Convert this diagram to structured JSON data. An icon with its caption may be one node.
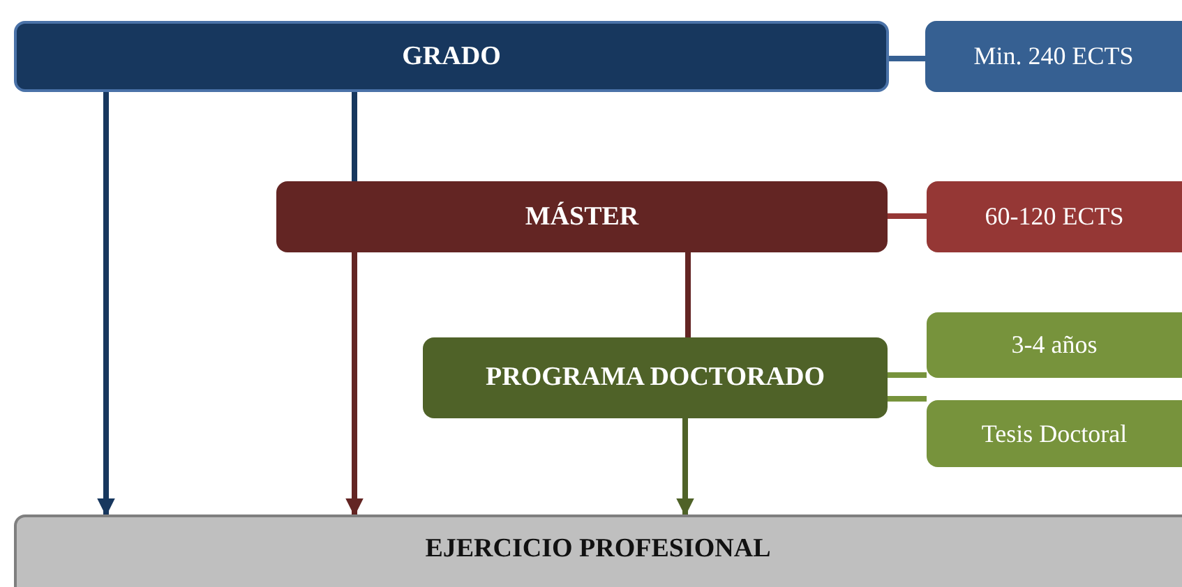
{
  "diagram": {
    "nodes": [
      {
        "text": [
          "GRADO"
        ]
      },
      {
        "text": [
          "Min. 240 ECTS"
        ]
      },
      {
        "text": [
          "MÁSTER"
        ]
      },
      {
        "text": [
          "60-120 ECTS"
        ]
      },
      {
        "text": [
          "PROGRAMA DOCTORADO"
        ]
      },
      {
        "text": [
          "3-4 años"
        ]
      },
      {
        "text": [
          "Tesis Doctoral"
        ]
      },
      {
        "text": [
          "EJERCICIO PROFESIONAL"
        ]
      }
    ],
    "edges": [
      {
        "from": 0,
        "to": 1,
        "arrow": "none",
        "color": "#366092"
      },
      {
        "from": 0,
        "to": 7,
        "arrow": "to",
        "color": "#17375e"
      },
      {
        "from": 0,
        "to": 2,
        "arrow": "none",
        "color": "#17375e"
      },
      {
        "from": 2,
        "to": 3,
        "arrow": "none",
        "color": "#953735"
      },
      {
        "from": 2,
        "to": 7,
        "arrow": "to",
        "color": "#632523"
      },
      {
        "from": 2,
        "to": 4,
        "arrow": "none",
        "color": "#632523"
      },
      {
        "from": 4,
        "to": 5,
        "arrow": "none",
        "color": "#77933c"
      },
      {
        "from": 4,
        "to": 6,
        "arrow": "none",
        "color": "#77933c"
      },
      {
        "from": 4,
        "to": 7,
        "arrow": "to",
        "color": "#4f6228"
      }
    ]
  }
}
